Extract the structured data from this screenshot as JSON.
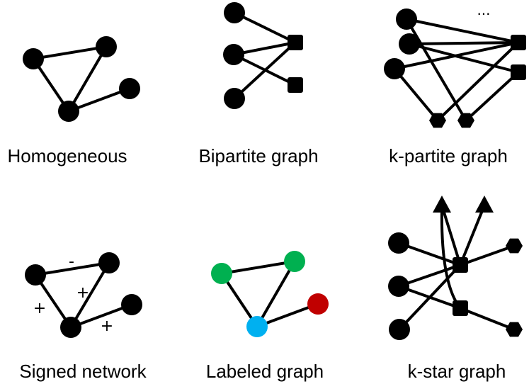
{
  "captions": {
    "homogeneous": "Homogeneous",
    "bipartite": "Bipartite graph",
    "kpartite": "k-partite graph",
    "signed": "Signed network",
    "labeled": "Labeled graph",
    "kstar": "k-star graph"
  },
  "signs": {
    "minus": "-",
    "plus1": "+",
    "plus2": "+",
    "plus3": "+"
  },
  "kpartite_ellipsis": "...",
  "colors": {
    "node": "#000000",
    "green": "#00b050",
    "blue": "#00b0f0",
    "red": "#c00000"
  }
}
